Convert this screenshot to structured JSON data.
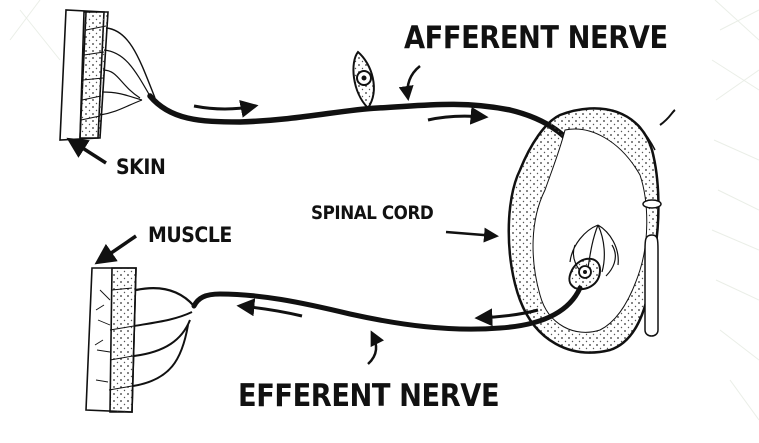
{
  "diagram": {
    "title": "Reflex arc",
    "labels": {
      "afferent_nerve": "AFFERENT NERVE",
      "efferent_nerve": "EFFERENT NERVE",
      "skin": "SKIN",
      "muscle": "MUSCLE",
      "spinal_cord": "SPINAL CORD"
    },
    "colors": {
      "ink": "#111111",
      "background": "#ffffff",
      "watermark": "#e8ece4"
    },
    "icons": [
      "signal-direction-arrow",
      "label-pointer-arrow",
      "neuron-cell-body"
    ]
  }
}
